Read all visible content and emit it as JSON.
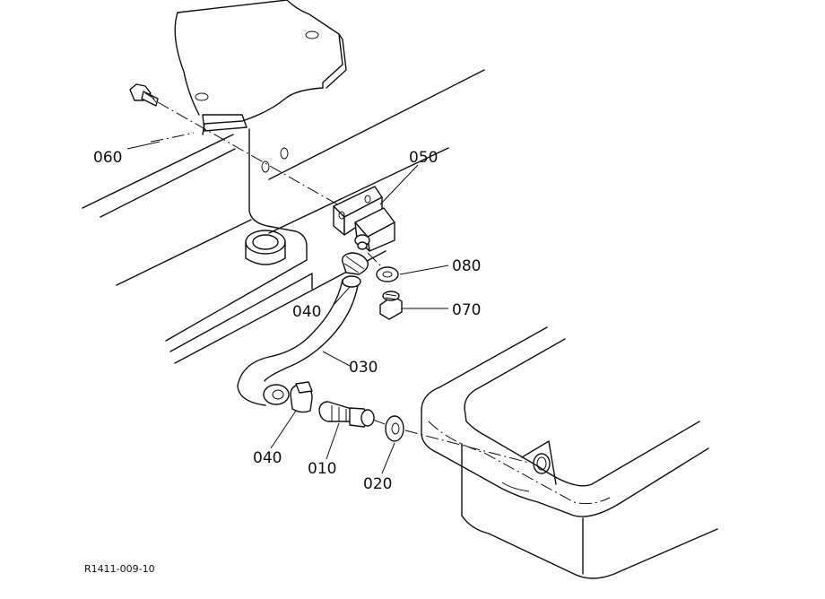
{
  "labels": {
    "p010": "010",
    "p020": "020",
    "p030": "030",
    "p040a": "040",
    "p040b": "040",
    "p050": "050",
    "p060": "060",
    "p070": "070",
    "p080": "080"
  },
  "reference_code": "R1411-009-10"
}
